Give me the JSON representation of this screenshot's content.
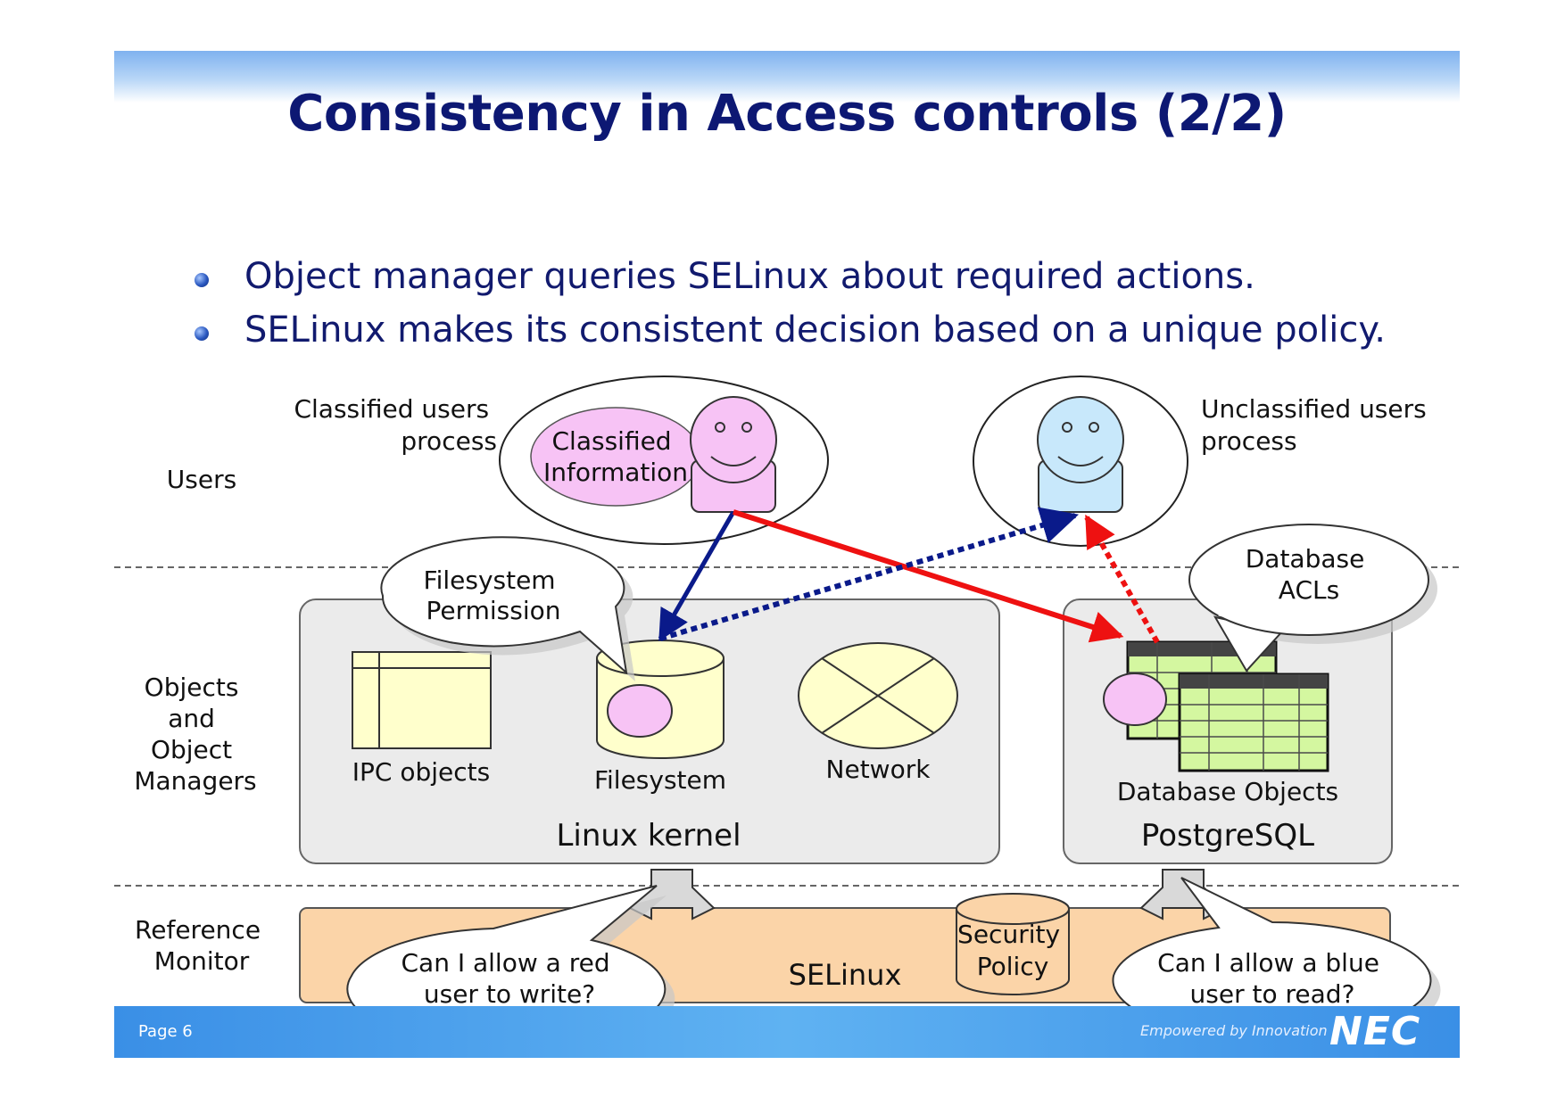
{
  "slide": {
    "title": "Consistency in Access controls (2/2)",
    "bullets": [
      "Object manager queries SELinux about required actions.",
      "SELinux makes its consistent decision based on a unique policy."
    ]
  },
  "layers": {
    "users": "Users",
    "objects": [
      "Objects",
      "and",
      "Object",
      "Managers"
    ],
    "reference": [
      "Reference",
      "Monitor"
    ]
  },
  "diagram": {
    "classified_users_label": [
      "Classified users",
      "process"
    ],
    "classified_info_label": [
      "Classified",
      "Information"
    ],
    "unclassified_users_label": [
      "Unclassified users",
      "process"
    ],
    "filesystem_permission_callout": [
      "Filesystem",
      "Permission"
    ],
    "database_acls_callout": [
      "Database",
      "ACLs"
    ],
    "linux_kernel_label": "Linux kernel",
    "postgresql_label": "PostgreSQL",
    "ipc_objects_label": "IPC objects",
    "filesystem_label": "Filesystem",
    "network_label": "Network",
    "database_objects_label": "Database Objects",
    "selinux_label": "SELinux",
    "security_policy_label": [
      "Security",
      "Policy"
    ],
    "red_question_callout": [
      "Can I allow a red",
      "user to write?"
    ],
    "blue_question_callout": [
      "Can I allow a blue",
      "user to read?"
    ]
  },
  "colors": {
    "title": "#0d1873",
    "classified": "#f7c3f5",
    "unclassified": "#c8e8fb",
    "selinux_bar": "#fbd4a8",
    "manager_box": "#ebebeb",
    "object_fill": "#ffffcc",
    "table_green": "#d4f7a0",
    "write_arrow": "#ee1111",
    "read_arrow": "#0a1a8a"
  },
  "footer": {
    "page": "Page 6",
    "tagline": "Empowered by Innovation",
    "logo": "NEC"
  }
}
